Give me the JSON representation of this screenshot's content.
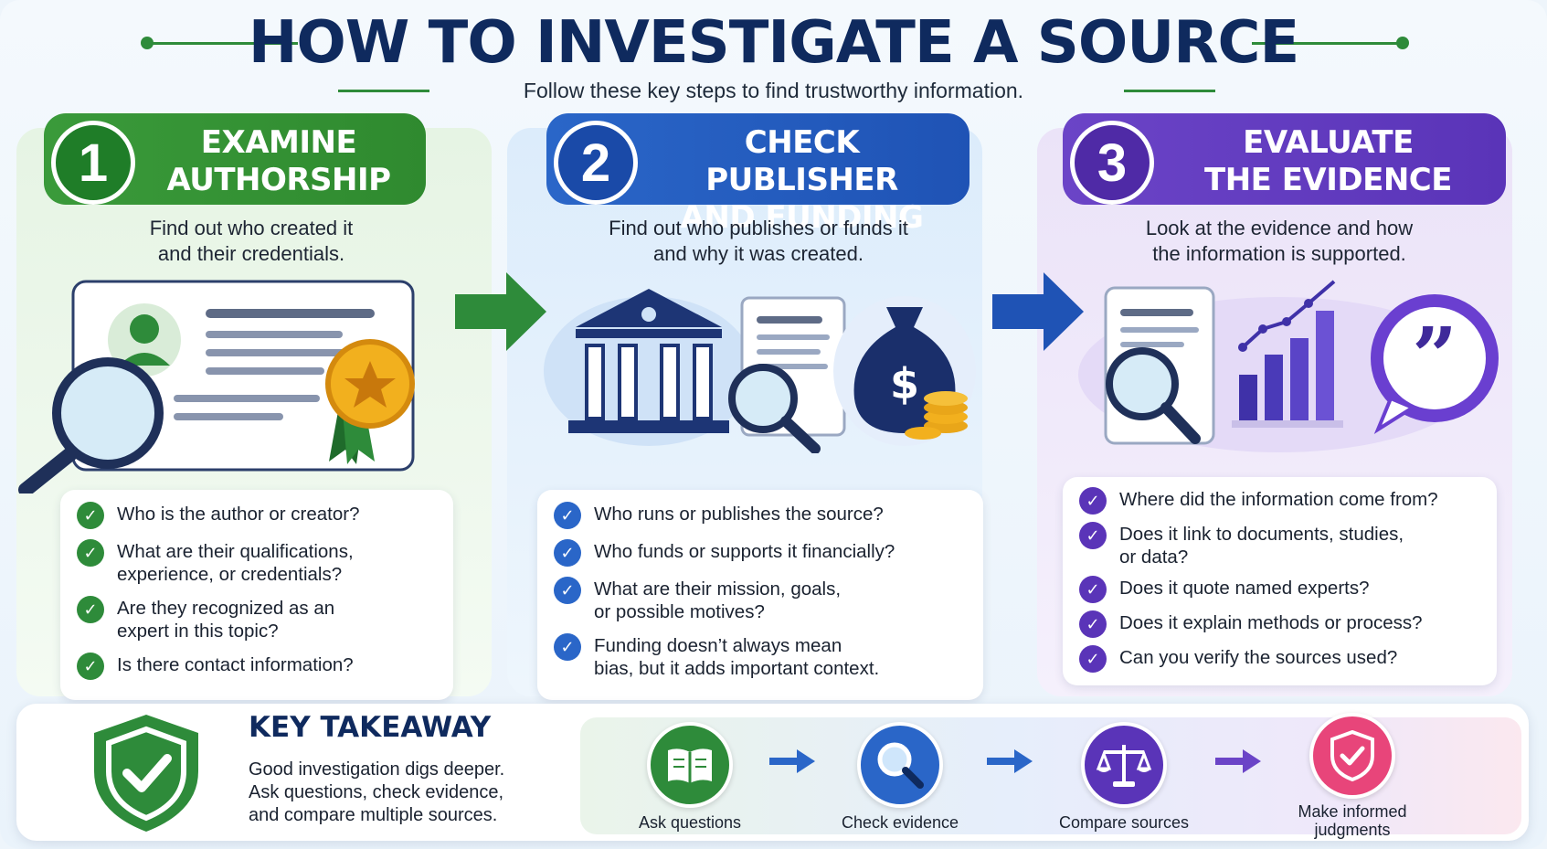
{
  "header": {
    "title": "HOW TO INVESTIGATE A SOURCE",
    "subtitle": "Follow these key steps to find trustworthy information."
  },
  "steps": [
    {
      "number": "1",
      "title_line1": "EXAMINE",
      "title_line2": "AUTHORSHIP",
      "desc_line1": "Find out who created it",
      "desc_line2": "and their credentials.",
      "items": [
        {
          "line1": "Who is the author or creator?",
          "line2": ""
        },
        {
          "line1": "What are their qualifications,",
          "line2": "experience, or credentials?"
        },
        {
          "line1": "Are they recognized as an",
          "line2": "expert in this topic?"
        },
        {
          "line1": "Is there contact information?",
          "line2": ""
        }
      ]
    },
    {
      "number": "2",
      "title_line1": "CHECK PUBLISHER",
      "title_line2": "AND FUNDING",
      "desc_line1": "Find out who publishes or funds it",
      "desc_line2": "and why it was created.",
      "items": [
        {
          "line1": "Who runs or publishes the source?",
          "line2": ""
        },
        {
          "line1": "Who funds or supports it financially?",
          "line2": ""
        },
        {
          "line1": "What are their mission, goals,",
          "line2": "or possible motives?"
        },
        {
          "line1": "Funding doesn’t always mean",
          "line2": "bias, but it adds important context."
        }
      ]
    },
    {
      "number": "3",
      "title_line1": "EVALUATE",
      "title_line2": "THE EVIDENCE",
      "desc_line1": "Look at the evidence and how",
      "desc_line2": "the information is supported.",
      "items": [
        {
          "line1": "Where did the information come from?",
          "line2": ""
        },
        {
          "line1": "Does it link to documents, studies,",
          "line2": "or data?"
        },
        {
          "line1": "Does it quote named experts?",
          "line2": ""
        },
        {
          "line1": "Does it explain methods or process?",
          "line2": ""
        },
        {
          "line1": "Can you verify the sources used?",
          "line2": ""
        }
      ]
    }
  ],
  "takeaway": {
    "heading": "KEY TAKEAWAY",
    "line1": "Good investigation digs deeper.",
    "line2": "Ask questions, check evidence,",
    "line3": "and compare multiple sources.",
    "flow": [
      {
        "label": "Ask questions",
        "icon": "book-icon"
      },
      {
        "label": "Check evidence",
        "icon": "magnifier-icon"
      },
      {
        "label": "Compare sources",
        "icon": "scales-icon"
      },
      {
        "label_line1": "Make informed",
        "label_line2": "judgments",
        "icon": "shield-check-icon"
      }
    ]
  },
  "colors": {
    "green": "#2e8b3a",
    "blue": "#2a66c8",
    "purple": "#5a34b8",
    "navy": "#0f2a5e",
    "pink": "#e8457a"
  }
}
